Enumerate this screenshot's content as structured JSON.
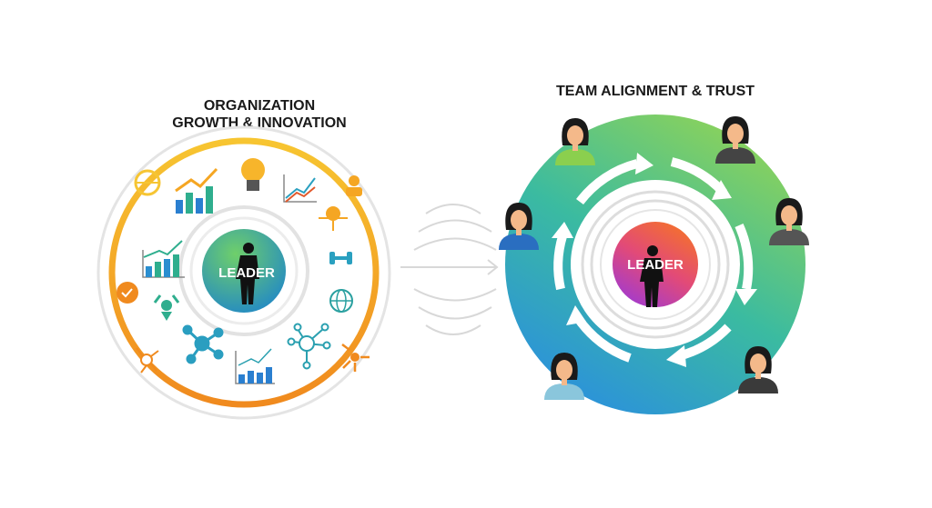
{
  "left": {
    "title_line1": "ORGANIZATION",
    "title_line2": "GROWTH & INNOVATION",
    "center_label": "LEADER",
    "icons": [
      "globe-icon",
      "bar-chart-growth-icon",
      "lightbulb-icon",
      "line-chart-icon",
      "person-icon",
      "pin-icon",
      "dumbbell-icon",
      "globe-icon",
      "network-icon",
      "bar-chart-icon",
      "network-icon",
      "org-icon",
      "badge-icon",
      "network-icon",
      "distribution-icon"
    ]
  },
  "right": {
    "title": "TEAM ALIGNMENT & TRUST",
    "center_label": "LEADER",
    "team_members": 6
  },
  "colors": {
    "orange_ring": "#f5a623",
    "left_center": "#3aa8c4",
    "right_ring_start": "#2a8ee0",
    "right_ring_end": "#8fd158",
    "right_center_start": "#f06a2a",
    "right_center_end": "#a53bd0"
  }
}
